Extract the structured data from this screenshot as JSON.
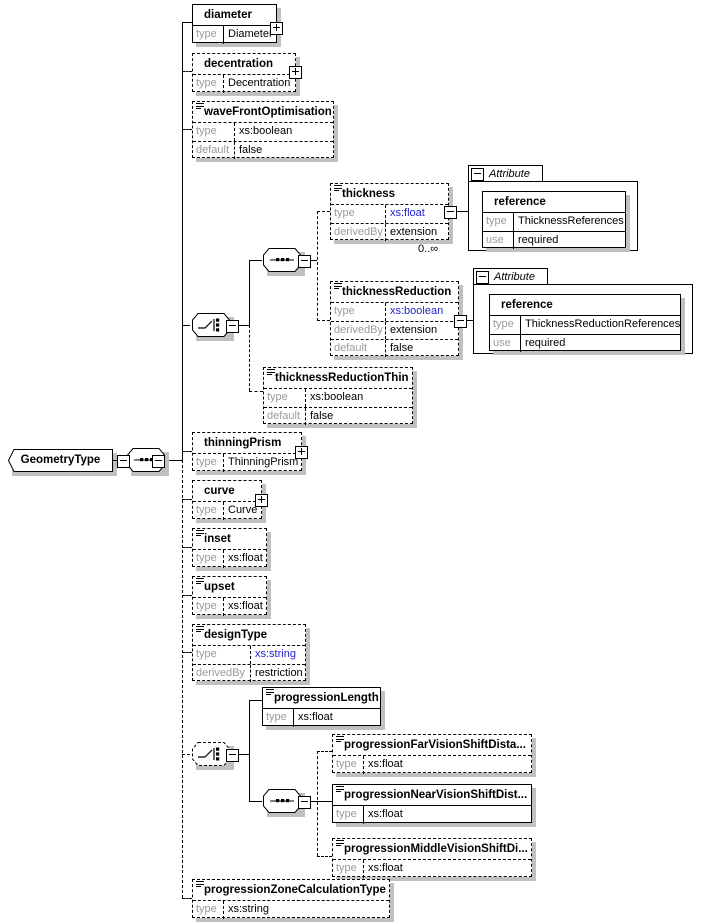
{
  "diagram": {
    "kind": "xsd-schema-diagram",
    "root": {
      "label": "GeometryType",
      "shape": "type-node"
    },
    "compositors": [
      {
        "id": "root-sequence",
        "type": "sequence",
        "occurrence": "required"
      },
      {
        "id": "thickness-choice",
        "type": "choice",
        "occurrence": "required"
      },
      {
        "id": "thickness-sequence",
        "type": "sequence",
        "occurrence": "required"
      },
      {
        "id": "progression-choice",
        "type": "choice",
        "occurrence": "optional"
      },
      {
        "id": "progression-sequence",
        "type": "sequence",
        "occurrence": "required"
      }
    ],
    "cardinality_labels": [
      {
        "for": "thickness",
        "text": "0..∞"
      }
    ],
    "elements": [
      {
        "id": "diameter",
        "name": "diameter",
        "occurrence": "required",
        "expander": "plus",
        "rows": [
          {
            "key": "type",
            "value": "Diameter",
            "blue": false
          }
        ]
      },
      {
        "id": "decentration",
        "name": "decentration",
        "occurrence": "optional",
        "expander": "plus",
        "rows": [
          {
            "key": "type",
            "value": "Decentration",
            "blue": false
          }
        ]
      },
      {
        "id": "waveFrontOptimisation",
        "name": "waveFrontOptimisation",
        "occurrence": "optional",
        "expander": "none",
        "rows": [
          {
            "key": "type",
            "value": "xs:boolean",
            "blue": false
          },
          {
            "key": "default",
            "value": "false",
            "blue": false
          }
        ]
      },
      {
        "id": "thickness",
        "name": "thickness",
        "occurrence": "optional",
        "expander": "minus",
        "rows": [
          {
            "key": "type",
            "value": "xs:float",
            "blue": true
          },
          {
            "key": "derivedBy",
            "value": "extension",
            "blue": false
          }
        ]
      },
      {
        "id": "thicknessReduction",
        "name": "thicknessReduction",
        "occurrence": "optional",
        "expander": "minus",
        "rows": [
          {
            "key": "type",
            "value": "xs:boolean",
            "blue": true
          },
          {
            "key": "derivedBy",
            "value": "extension",
            "blue": false
          },
          {
            "key": "default",
            "value": "false",
            "blue": false
          }
        ]
      },
      {
        "id": "thicknessReductionThin",
        "name": "thicknessReductionThin",
        "occurrence": "optional",
        "expander": "none",
        "rows": [
          {
            "key": "type",
            "value": "xs:boolean",
            "blue": false
          },
          {
            "key": "default",
            "value": "false",
            "blue": false
          }
        ]
      },
      {
        "id": "thinningPrism",
        "name": "thinningPrism",
        "occurrence": "optional",
        "expander": "plus",
        "rows": [
          {
            "key": "type",
            "value": "ThinningPrism",
            "blue": false
          }
        ]
      },
      {
        "id": "curve",
        "name": "curve",
        "occurrence": "optional",
        "expander": "plus",
        "rows": [
          {
            "key": "type",
            "value": "Curve",
            "blue": false
          }
        ]
      },
      {
        "id": "inset",
        "name": "inset",
        "occurrence": "optional",
        "expander": "none",
        "rows": [
          {
            "key": "type",
            "value": "xs:float",
            "blue": false
          }
        ]
      },
      {
        "id": "upset",
        "name": "upset",
        "occurrence": "optional",
        "expander": "none",
        "rows": [
          {
            "key": "type",
            "value": "xs:float",
            "blue": false
          }
        ]
      },
      {
        "id": "designType",
        "name": "designType",
        "occurrence": "optional",
        "expander": "none",
        "rows": [
          {
            "key": "type",
            "value": "xs:string",
            "blue": true
          },
          {
            "key": "derivedBy",
            "value": "restriction",
            "blue": false
          }
        ]
      },
      {
        "id": "progressionLength",
        "name": "progressionLength",
        "occurrence": "required",
        "expander": "none",
        "rows": [
          {
            "key": "type",
            "value": "xs:float",
            "blue": false
          }
        ]
      },
      {
        "id": "progressionFarVisionShiftDistance",
        "name": "progressionFarVisionShiftDista...",
        "occurrence": "optional",
        "expander": "none",
        "rows": [
          {
            "key": "type",
            "value": "xs:float",
            "blue": false
          }
        ]
      },
      {
        "id": "progressionNearVisionShiftDistance",
        "name": "progressionNearVisionShiftDist...",
        "occurrence": "required",
        "expander": "none",
        "rows": [
          {
            "key": "type",
            "value": "xs:float",
            "blue": false
          }
        ]
      },
      {
        "id": "progressionMiddleVisionShiftDistance",
        "name": "progressionMiddleVisionShiftDi...",
        "occurrence": "optional",
        "expander": "none",
        "rows": [
          {
            "key": "type",
            "value": "xs:float",
            "blue": false
          }
        ]
      },
      {
        "id": "progressionZoneCalculationType",
        "name": "progressionZoneCalculationType",
        "occurrence": "optional",
        "expander": "none",
        "rows": [
          {
            "key": "type",
            "value": "xs:string",
            "blue": false
          }
        ]
      }
    ],
    "attribute_groups": [
      {
        "id": "thickness-attributes",
        "tab_label": "Attribute",
        "owner": "thickness",
        "attribute": {
          "name": "reference",
          "rows": [
            {
              "key": "type",
              "value": "ThicknessReferences"
            },
            {
              "key": "use",
              "value": "required"
            }
          ]
        }
      },
      {
        "id": "thicknessReduction-attributes",
        "tab_label": "Attribute",
        "owner": "thicknessReduction",
        "attribute": {
          "name": "reference",
          "rows": [
            {
              "key": "type",
              "value": "ThicknessReductionReferences"
            },
            {
              "key": "use",
              "value": "required"
            }
          ]
        }
      }
    ],
    "colors": {
      "line": "#000000",
      "shadow": "#c0c0c0",
      "key_text": "#9a9a9a",
      "builtin_type": "#2222cc",
      "background": "#ffffff"
    }
  }
}
